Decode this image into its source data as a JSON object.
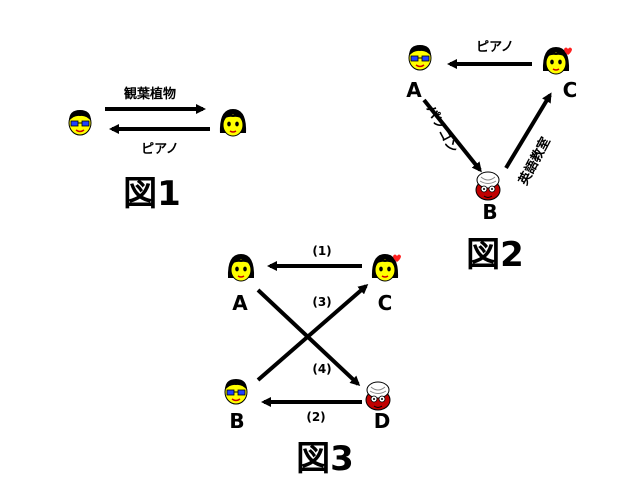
{
  "fig1": {
    "caption": "図1",
    "top_label": "観葉植物",
    "bottom_label": "ピアノ"
  },
  "fig2": {
    "caption": "図2",
    "node_a": "A",
    "node_b": "B",
    "node_c": "C",
    "edge_ca": "ピアノ",
    "edge_ab": "パソコン",
    "edge_bc": "英語教室"
  },
  "fig3": {
    "caption": "図3",
    "node_a": "A",
    "node_b": "B",
    "node_c": "C",
    "node_d": "D",
    "edge_1": "(1)",
    "edge_2": "(2)",
    "edge_3": "(3)",
    "edge_4": "(4)"
  },
  "colors": {
    "face": "#ffff00",
    "hair": "#000000",
    "glasses": "#0000ff",
    "turban": "#ffffff",
    "elder_face": "#c00000"
  }
}
